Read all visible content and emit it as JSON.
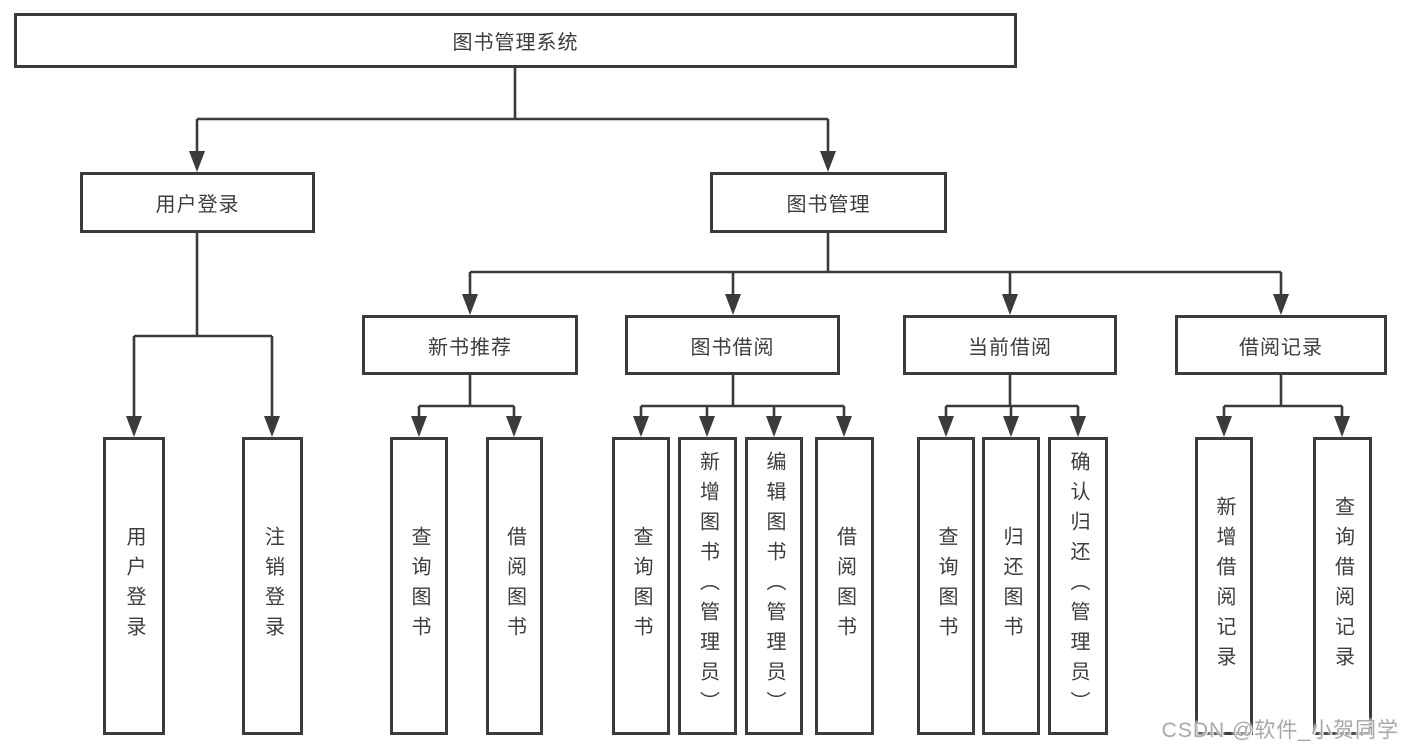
{
  "colors": {
    "line": "#3b3b3c",
    "text": "#3d3d3f",
    "watermark": "#a9a9a9",
    "background": "#ffffff"
  },
  "diagram": {
    "type": "tree",
    "root": {
      "label": "图书管理系统",
      "children": [
        {
          "label": "用户登录",
          "children": [
            {
              "label": "用户登录"
            },
            {
              "label": "注销登录"
            }
          ]
        },
        {
          "label": "图书管理",
          "children": [
            {
              "label": "新书推荐",
              "children": [
                {
                  "label": "查询图书"
                },
                {
                  "label": "借阅图书"
                }
              ]
            },
            {
              "label": "图书借阅",
              "children": [
                {
                  "label": "查询图书"
                },
                {
                  "label": "新增图书（管理员）"
                },
                {
                  "label": "编辑图书（管理员）"
                },
                {
                  "label": "借阅图书"
                }
              ]
            },
            {
              "label": "当前借阅",
              "children": [
                {
                  "label": "查询图书"
                },
                {
                  "label": "归还图书"
                },
                {
                  "label": "确认归还（管理员）"
                }
              ]
            },
            {
              "label": "借阅记录",
              "children": [
                {
                  "label": "新增借阅记录"
                },
                {
                  "label": "查询借阅记录"
                }
              ]
            }
          ]
        }
      ]
    }
  },
  "watermark": {
    "text": "CSDN @软件_小贺同学"
  }
}
